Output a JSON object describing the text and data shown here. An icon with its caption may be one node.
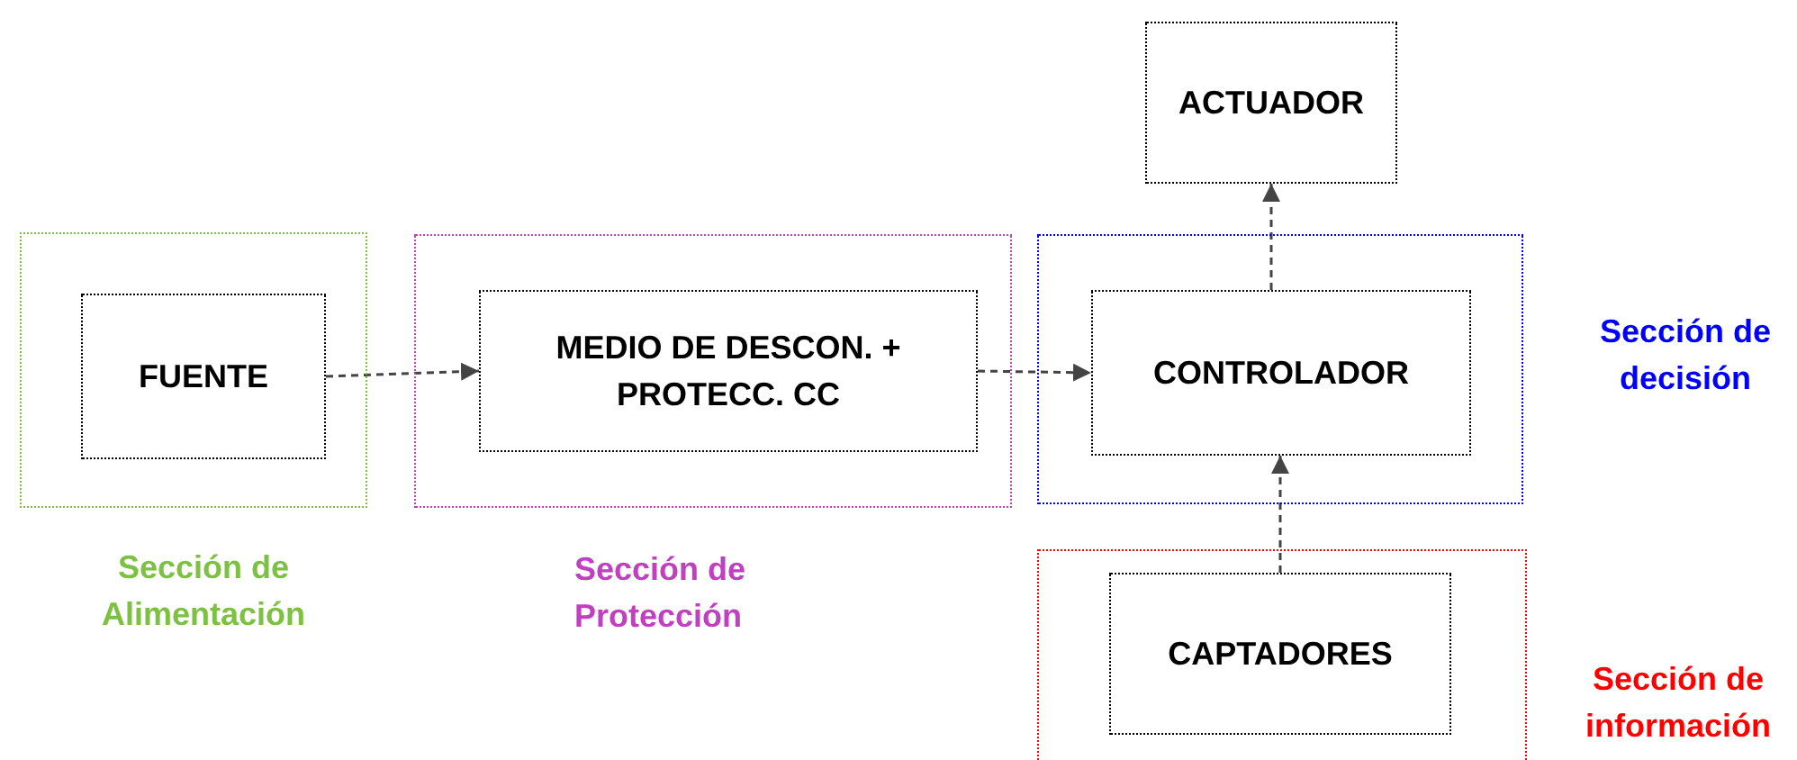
{
  "diagram": {
    "nodes": [
      {
        "text": [
          "Sección de Alimentación"
        ]
      },
      {
        "text": [
          "FUENTE"
        ],
        "in": 0
      },
      {
        "text": [
          "Sección de Protección"
        ]
      },
      {
        "text": [
          "MEDIO DE DESCON. + PROTECC. CC"
        ],
        "in": 2
      },
      {
        "text": [
          "ACTUADOR"
        ]
      },
      {
        "text": [
          "Sección de decisión"
        ]
      },
      {
        "text": [
          "CONTROLADOR"
        ],
        "in": 5
      },
      {
        "text": [
          "Sección de información"
        ]
      },
      {
        "text": [
          "CAPTADORES"
        ],
        "in": 7
      }
    ],
    "edges": [
      {
        "from": 1,
        "to": 3,
        "arrow": "to",
        "style": "dashed"
      },
      {
        "from": 3,
        "to": 6,
        "arrow": "to",
        "style": "dashed"
      },
      {
        "from": 6,
        "to": 4,
        "arrow": "to",
        "style": "dashed"
      },
      {
        "from": 8,
        "to": 6,
        "arrow": "to",
        "style": "dashed"
      }
    ]
  }
}
